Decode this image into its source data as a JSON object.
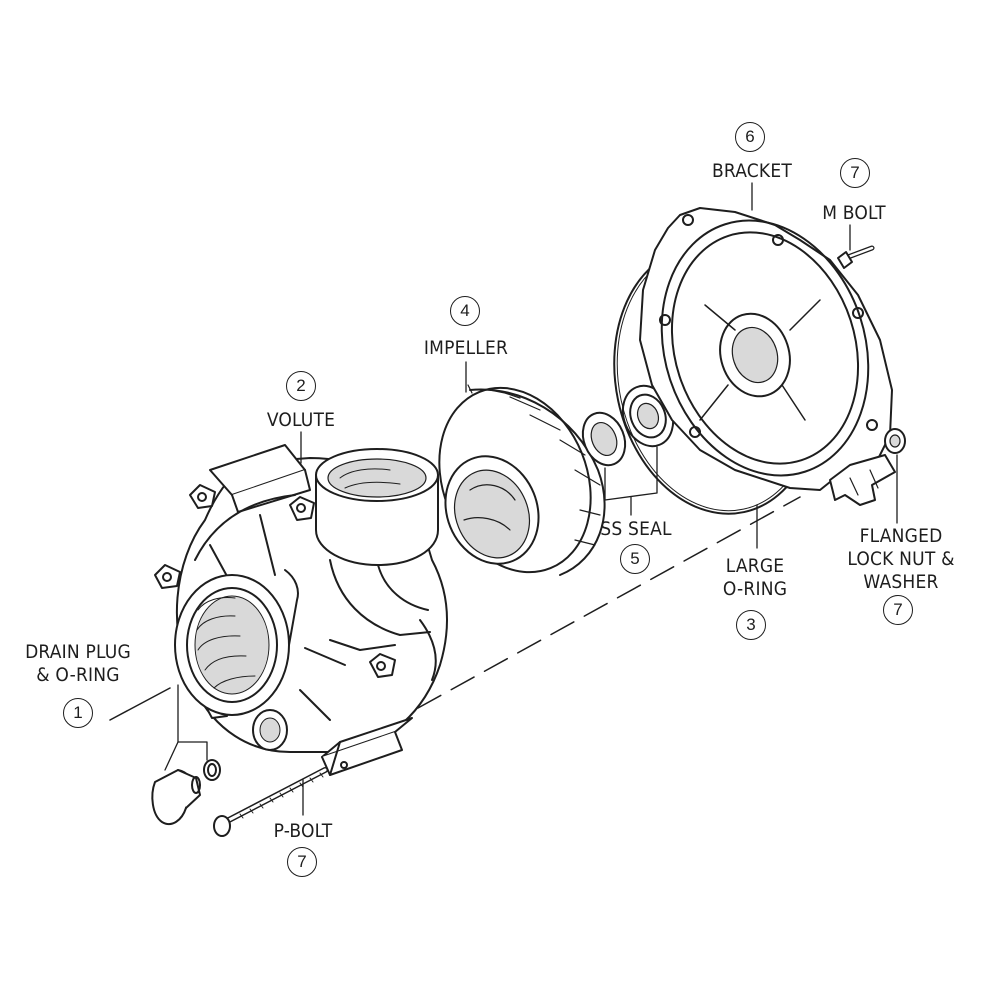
{
  "parts": {
    "drain_plug": {
      "label_line1": "DRAIN PLUG",
      "label_line2": "& O-RING",
      "number": "1"
    },
    "volute": {
      "label": "VOLUTE",
      "number": "2"
    },
    "large_o_ring": {
      "label_line1": "LARGE",
      "label_line2": "O-RING",
      "number": "3"
    },
    "impeller": {
      "label": "IMPELLER",
      "number": "4"
    },
    "ss_seal": {
      "label": "SS SEAL",
      "number": "5"
    },
    "bracket": {
      "label": "BRACKET",
      "number": "6"
    },
    "m_bolt": {
      "label": "M BOLT",
      "number": "7"
    },
    "flanged_lock_nut": {
      "label_line1": "FLANGED",
      "label_line2": "LOCK NUT &",
      "label_line3": "WASHER",
      "number": "7"
    },
    "p_bolt": {
      "label": "P-BOLT",
      "number": "7"
    }
  },
  "colors": {
    "line": "#1e1e1e",
    "shade": "#d9d9d9",
    "background": "#ffffff"
  }
}
